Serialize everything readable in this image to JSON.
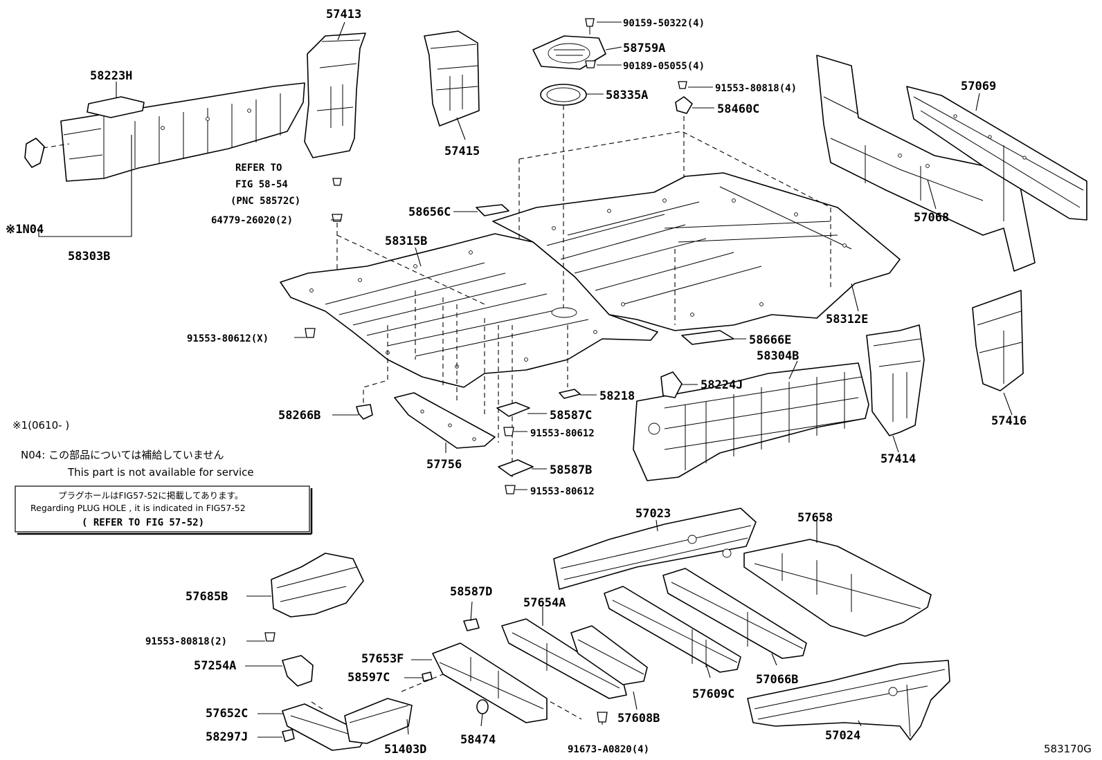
{
  "figure_code": "583170G",
  "refer_note": {
    "line1": "REFER TO",
    "line2": "FIG 58-54",
    "line3": "(PNC 58572C)"
  },
  "applicability_note": "※1(0610-      )",
  "n04_note": {
    "label": "N04: この部品については補給していません",
    "english": "This part is not available for service"
  },
  "plug_box": {
    "line1": "プラグホールはFIG57-52に掲載してあります。",
    "line2": "Regarding PLUG HOLE , it is indicated in FIG57-52",
    "line3": "( REFER TO FIG 57-52)"
  },
  "callouts": {
    "p57413": "57413",
    "p58223H": "58223H",
    "p57415": "57415",
    "p90159": "90159-50322(4)",
    "p58759A": "58759A",
    "p90189": "90189-05055(4)",
    "p58335A": "58335A",
    "p91553_80818_4": "91553-80818(4)",
    "p58460C": "58460C",
    "p57069": "57069",
    "p57068": "57068",
    "pN04": "※1N04",
    "p58303B": "58303B",
    "p64779": "64779-26020(2)",
    "p58656C": "58656C",
    "p58315B": "58315B",
    "p58312E": "58312E",
    "p91553_80612_X": "91553-80612(X)",
    "p58666E": "58666E",
    "p58304B": "58304B",
    "p58224J": "58224J",
    "p58218": "58218",
    "p58266B": "58266B",
    "p58587C": "58587C",
    "p91553_80612_a": "91553-80612",
    "p57756": "57756",
    "p58587B": "58587B",
    "p91553_80612_b": "91553-80612",
    "p57414": "57414",
    "p57416": "57416",
    "p57023": "57023",
    "p57658": "57658",
    "p57685B": "57685B",
    "p91553_80818_2": "91553-80818(2)",
    "p57254A": "57254A",
    "p58587D": "58587D",
    "p57654A": "57654A",
    "p57653F": "57653F",
    "p58597C": "58597C",
    "p57652C": "57652C",
    "p58297J": "58297J",
    "p51403D": "51403D",
    "p58474": "58474",
    "p91673": "91673-A0820(4)",
    "p57608B": "57608B",
    "p57609C": "57609C",
    "p57066B": "57066B",
    "p57024": "57024"
  }
}
